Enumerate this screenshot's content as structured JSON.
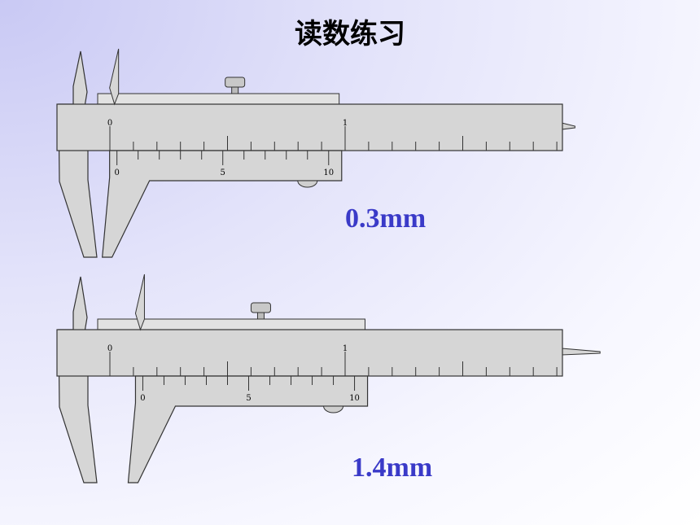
{
  "title": "读数练习",
  "colors": {
    "accent": "#3a3ac8",
    "metal": "#d6d6d6",
    "outline": "#333333"
  },
  "calipers": [
    {
      "main_labels": [
        "0",
        "1"
      ],
      "vernier_labels": [
        "0",
        "5",
        "10"
      ],
      "reading": "0.3mm",
      "reading_value_mm": 0.3
    },
    {
      "main_labels": [
        "0",
        "1"
      ],
      "vernier_labels": [
        "0",
        "5",
        "10"
      ],
      "reading": "1.4mm",
      "reading_value_mm": 1.4
    }
  ]
}
